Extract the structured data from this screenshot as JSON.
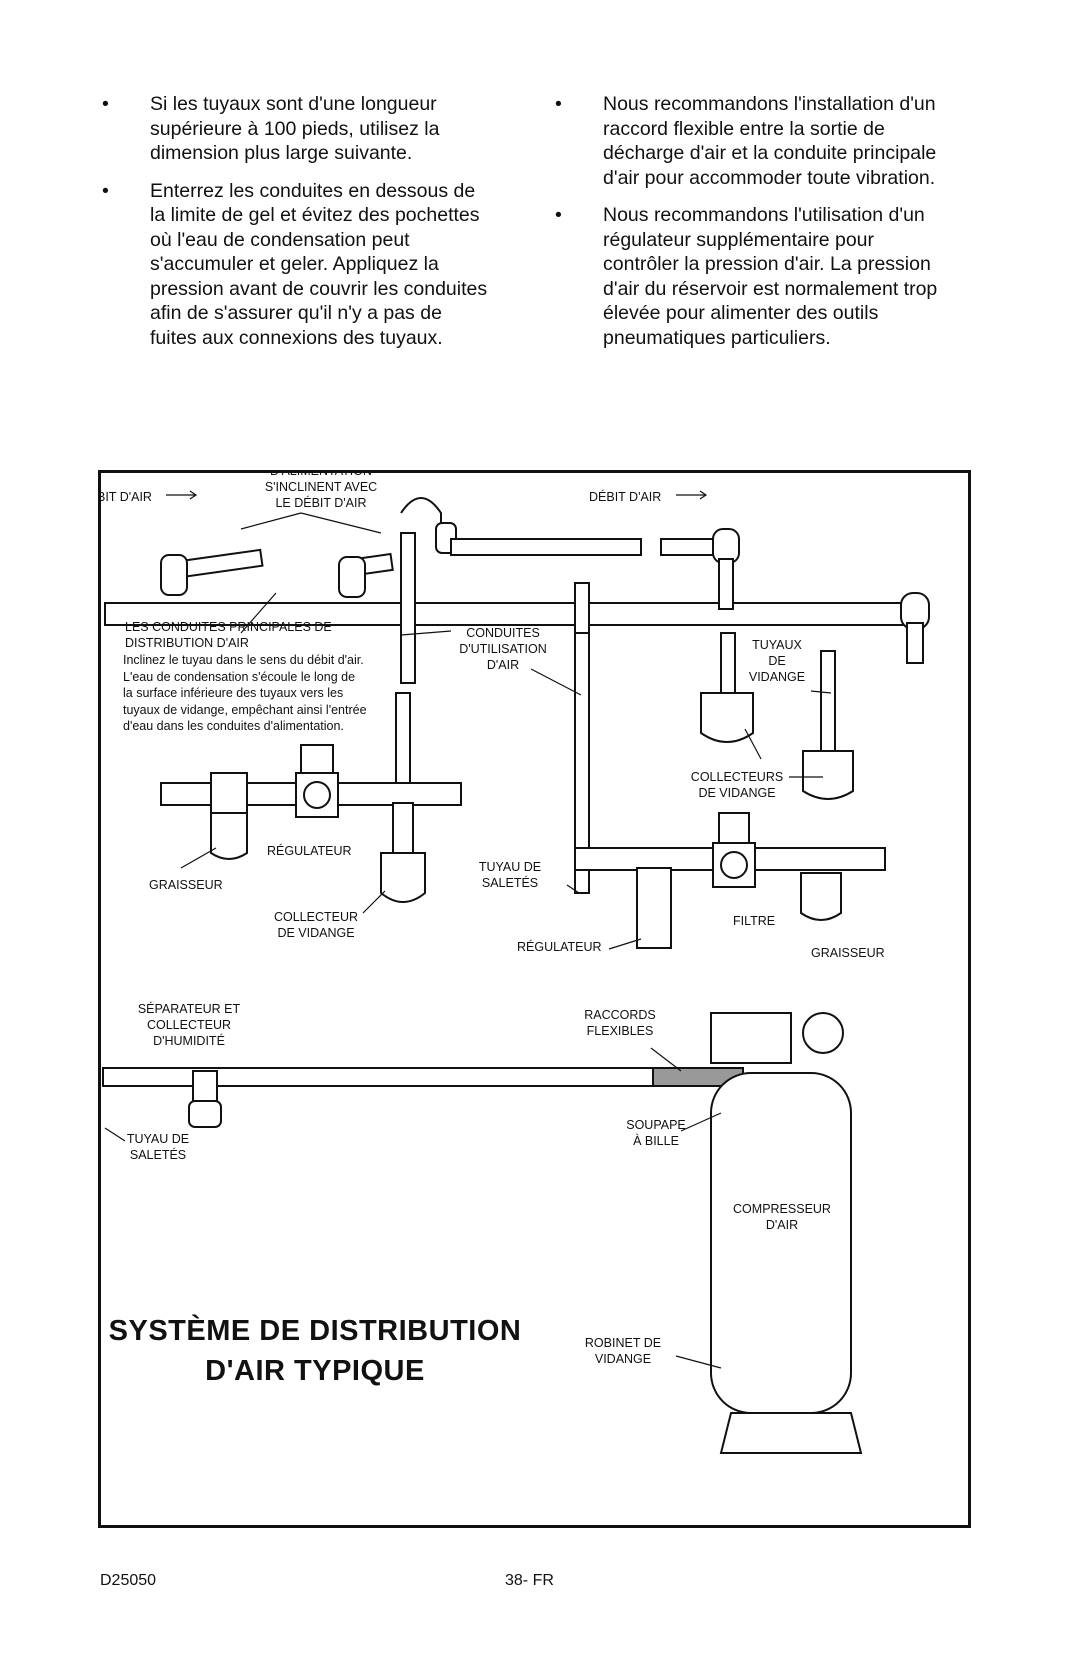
{
  "left_column": [
    "Si les tuyaux sont d'une longueur supérieure à 100 pieds, utilisez la dimension plus large suivante.",
    "Enterrez les conduites en dessous de la limite de gel et évitez des pochettes où l'eau de condensation peut s'accumuler et geler. Appliquez la pression avant de couvrir les conduites afin de s'assurer qu'il n'y a pas de fuites aux connexions des tuyaux."
  ],
  "right_column": [
    "Nous recommandons l'installation d'un raccord flexible entre la sortie de décharge d'air et la conduite principale d'air pour accommoder toute vibration.",
    "Nous recommandons l'utilisation d'un régulateur supplémentaire pour contrôler la pression d'air. La pression d'air du réservoir est normalement trop élevée pour alimenter des outils pneumatiques particuliers."
  ],
  "bullet_symbol": "•",
  "figure": {
    "title": "SYSTÈME DE DISTRIBUTION\nD'AIR TYPIQUE",
    "labels": {
      "supply_slope": "LES CONDUITES D'ALIMENTATION\nS'INCLINENT AVEC\nLE DÉBIT D'AIR",
      "flow_left": "BIT D'AIR",
      "flow_right": "DÉBIT D'AIR",
      "main_lines": "LES CONDUITES PRINCIPALES DE\nDISTRIBUTION D'AIR",
      "main_lines_note": "Inclinez le tuyau dans le sens du débit d'air.\nL'eau de condensation s'écoule le long de\nla surface inférieure des tuyaux vers les\ntuyaux de vidange, empêchant ainsi l'entrée\nd'eau dans les conduites d'alimentation.",
      "use_lines": "CONDUITES\nD'UTILISATION\nD'AIR",
      "drain_pipes": "TUYAUX\nDE\nVIDANGE",
      "drain_collectors": "COLLECTEURS\nDE VIDANGE",
      "regulator_left": "RÉGULATEUR",
      "lubricator_left": "GRAISSEUR",
      "dirt_pipe_mid": "TUYAU DE\nSALETÉS",
      "drain_collector_left": "COLLECTEUR\nDE VIDANGE",
      "regulator_right": "RÉGULATEUR",
      "filter": "FILTRE",
      "lubricator_right": "GRAISSEUR",
      "separator": "SÉPARATEUR ET\nCOLLECTEUR\nD'HUMIDITÉ",
      "flex_fittings": "RACCORDS\nFLEXIBLES",
      "dirt_pipe_left": "TUYAU DE\nSALETÉS",
      "ball_valve": "SOUPAPE\nÀ BILLE",
      "compressor": "COMPRESSEUR\nD'AIR",
      "drain_cock": "ROBINET DE\nVIDANGE"
    }
  },
  "footer": {
    "model": "D25050",
    "page": "38- FR"
  }
}
